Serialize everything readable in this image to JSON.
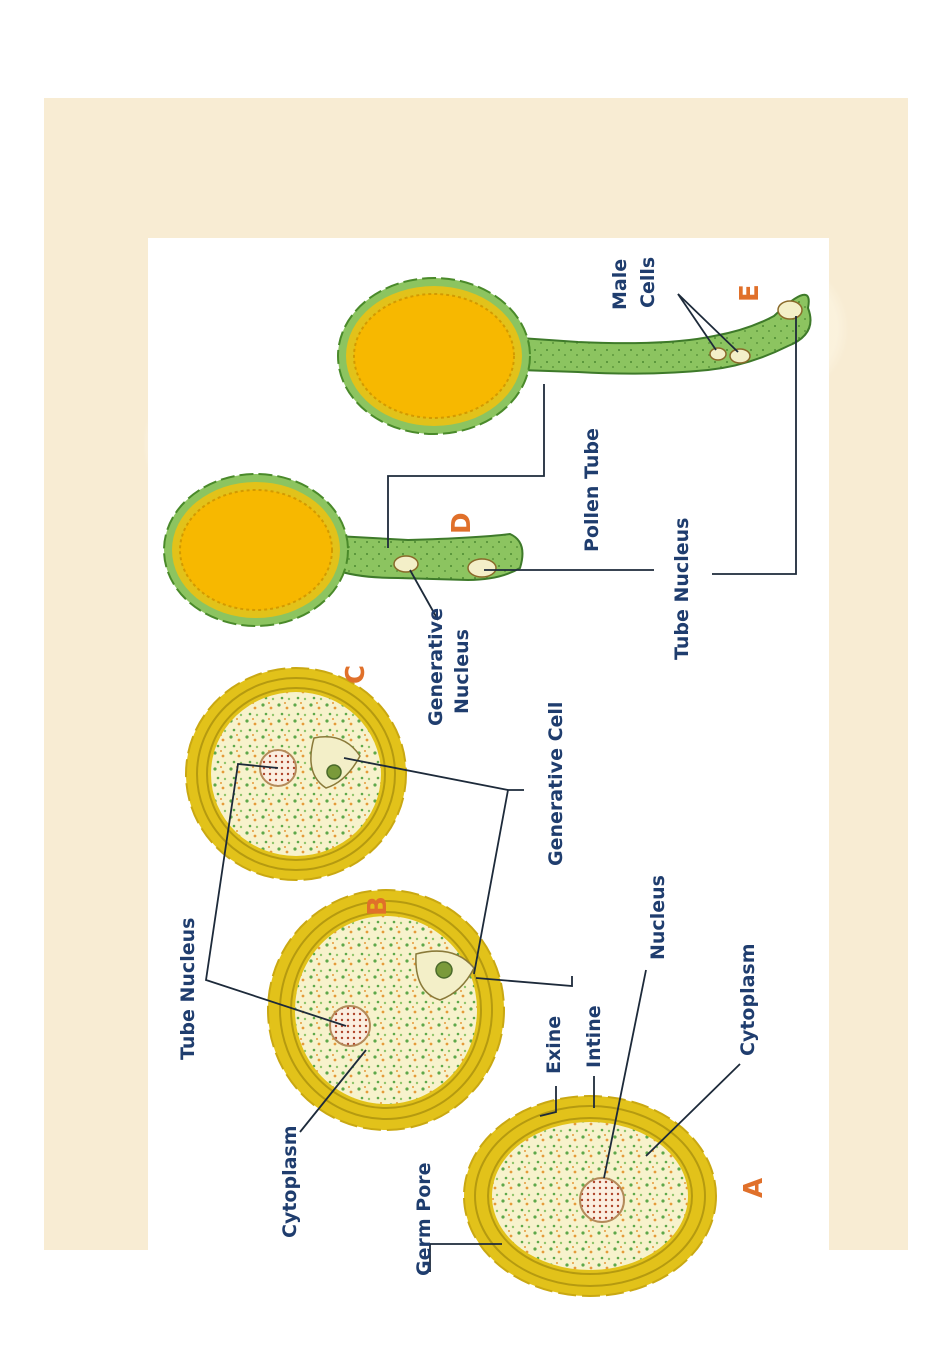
{
  "labels": {
    "tube_nucleus_top": "Tube Nucleus",
    "cytoplasm_b": "Cytoplasm",
    "germ_pore": "Germ Pore",
    "exine": "Exine",
    "intine": "Intine",
    "nucleus": "Nucleus",
    "cytoplasm_a": "Cytoplasm",
    "generative_cell": "Generative Cell",
    "generative_nucleus_1": "Generative",
    "generative_nucleus_2": "Nucleus",
    "pollen_tube": "Pollen Tube",
    "tube_nucleus_bottom": "Tube Nucleus",
    "male_cells_1": "Male",
    "male_cells_2": "Cells"
  },
  "stages": {
    "a": "A",
    "b": "B",
    "c": "C",
    "d": "D",
    "e": "E"
  },
  "colors": {
    "exine": "#e2c21a",
    "intine_line": "#b59a10",
    "cytoplasm": "#f7f2cc",
    "cytoplasm_dots_green": "#5ea84a",
    "cytoplasm_dots_orange": "#e59a3a",
    "pollen_tube": "#8cc460",
    "grain_content": "#f7b800",
    "label_text": "#1f3d6e",
    "stage_letter": "#e0702a",
    "frame": "#f8ecd3"
  }
}
